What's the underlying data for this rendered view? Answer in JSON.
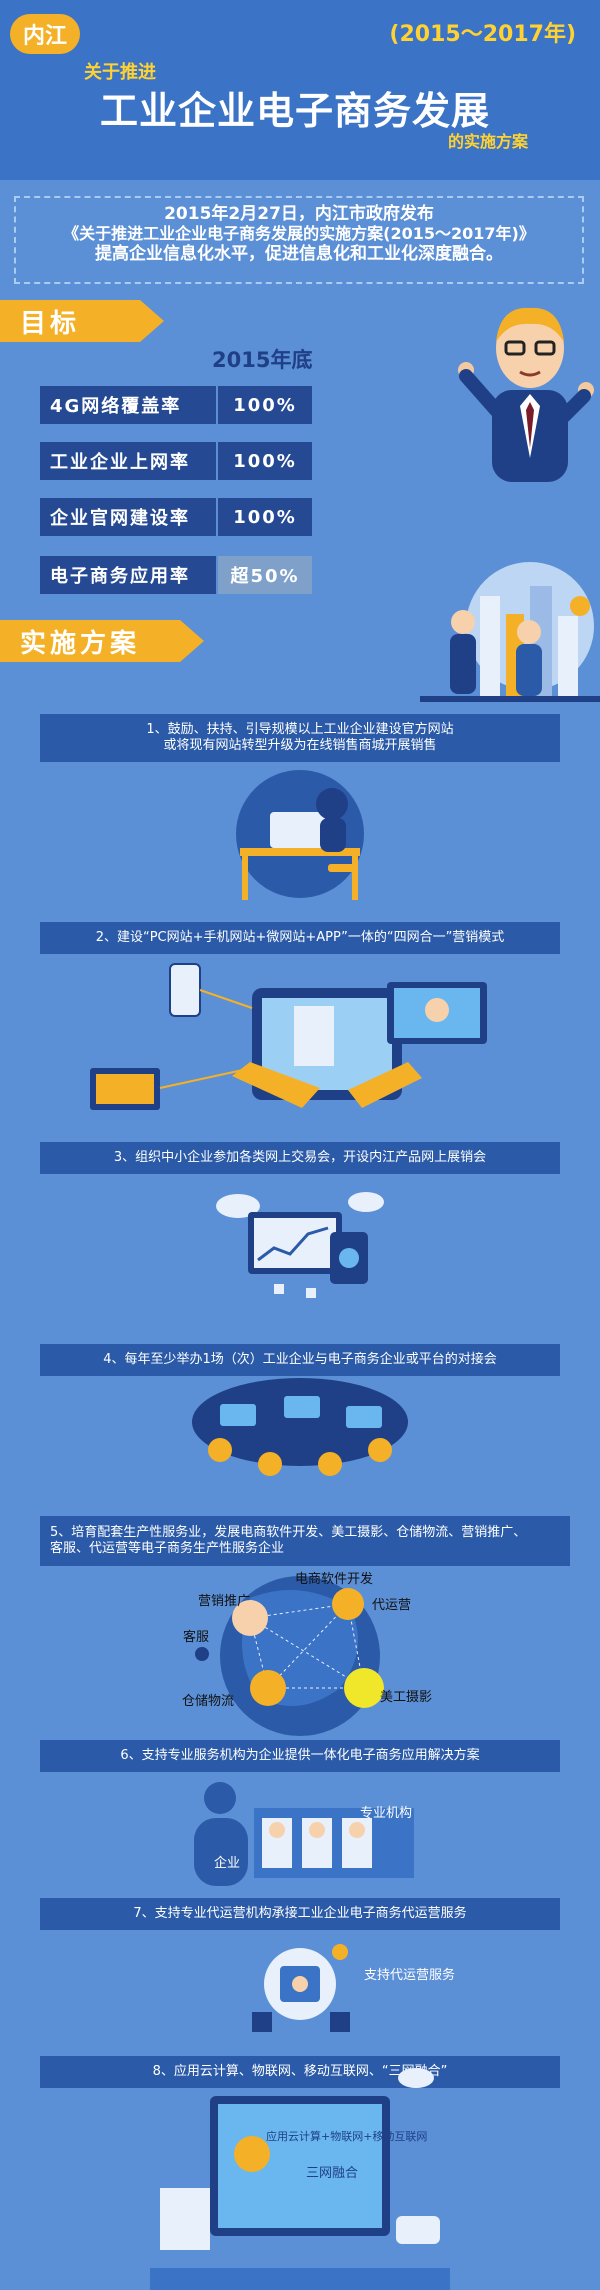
{
  "header": {
    "badge": "内江",
    "years": "(2015～2017年)",
    "subtitle_top": "关于推进",
    "title": "工业企业电子商务发展",
    "subtitle_bottom": "的实施方案"
  },
  "notice": {
    "line1": "2015年2月27日，内江市政府发布",
    "line2": "《关于推进工业企业电子商务发展的实施方案(2015～2017年)》",
    "line3": "提高企业信息化水平，促进信息化和工业化深度融合。"
  },
  "goals": {
    "ribbon": "目标",
    "year": "2015年底",
    "rows": [
      {
        "label": "4G网络覆盖率",
        "value": "100%"
      },
      {
        "label": "工业企业上网率",
        "value": "100%"
      },
      {
        "label": "企业官网建设率",
        "value": "100%"
      },
      {
        "label": "电子商务应用率",
        "value": "超50%"
      }
    ]
  },
  "plans": {
    "ribbon": "实施方案",
    "items": [
      {
        "line1": "1、鼓励、扶持、引导规模以上工业企业建设官方网站",
        "line2": "或将现有网站转型升级为在线销售商城开展销售"
      },
      {
        "line1": "2、建设“PC网站+手机网站+微网站+APP”一体的“四网合一”营销模式"
      },
      {
        "line1": "3、组织中小企业参加各类网上交易会，开设内江产品网上展销会"
      },
      {
        "line1": "4、每年至少举办1场（次）工业企业与电子商务企业或平台的对接会"
      },
      {
        "line1": "5、培育配套生产性服务业，发展电商软件开发、美工摄影、仓储物流、营销推广、",
        "line2": "客服、代运营等电子商务生产性服务企业"
      },
      {
        "line1": "6、支持专业服务机构为企业提供一体化电子商务应用解决方案"
      },
      {
        "line1": "7、支持专业代运营机构承接工业企业电子商务代运营服务"
      },
      {
        "line1": "8、应用云计算、物联网、移动互联网、“三网融合”"
      }
    ]
  },
  "diagram5": {
    "software": "电商软件开发",
    "marketing": "营销推广",
    "operation": "代运营",
    "service": "客服",
    "logistics": "仓储物流",
    "photo": "美工摄影"
  },
  "diagram6": {
    "enterprise": "企业",
    "agency": "专业机构"
  },
  "diagram7": {
    "service": "支持代运营服务"
  },
  "diagram8": {
    "screen_text": "应用云计算+物联网+移动互联网",
    "fusion": "三网融合"
  },
  "colors": {
    "accent": "#f4b128",
    "dark_blue": "#254a93",
    "background": "#5b8fd6",
    "title_yellow": "#ffd232"
  }
}
